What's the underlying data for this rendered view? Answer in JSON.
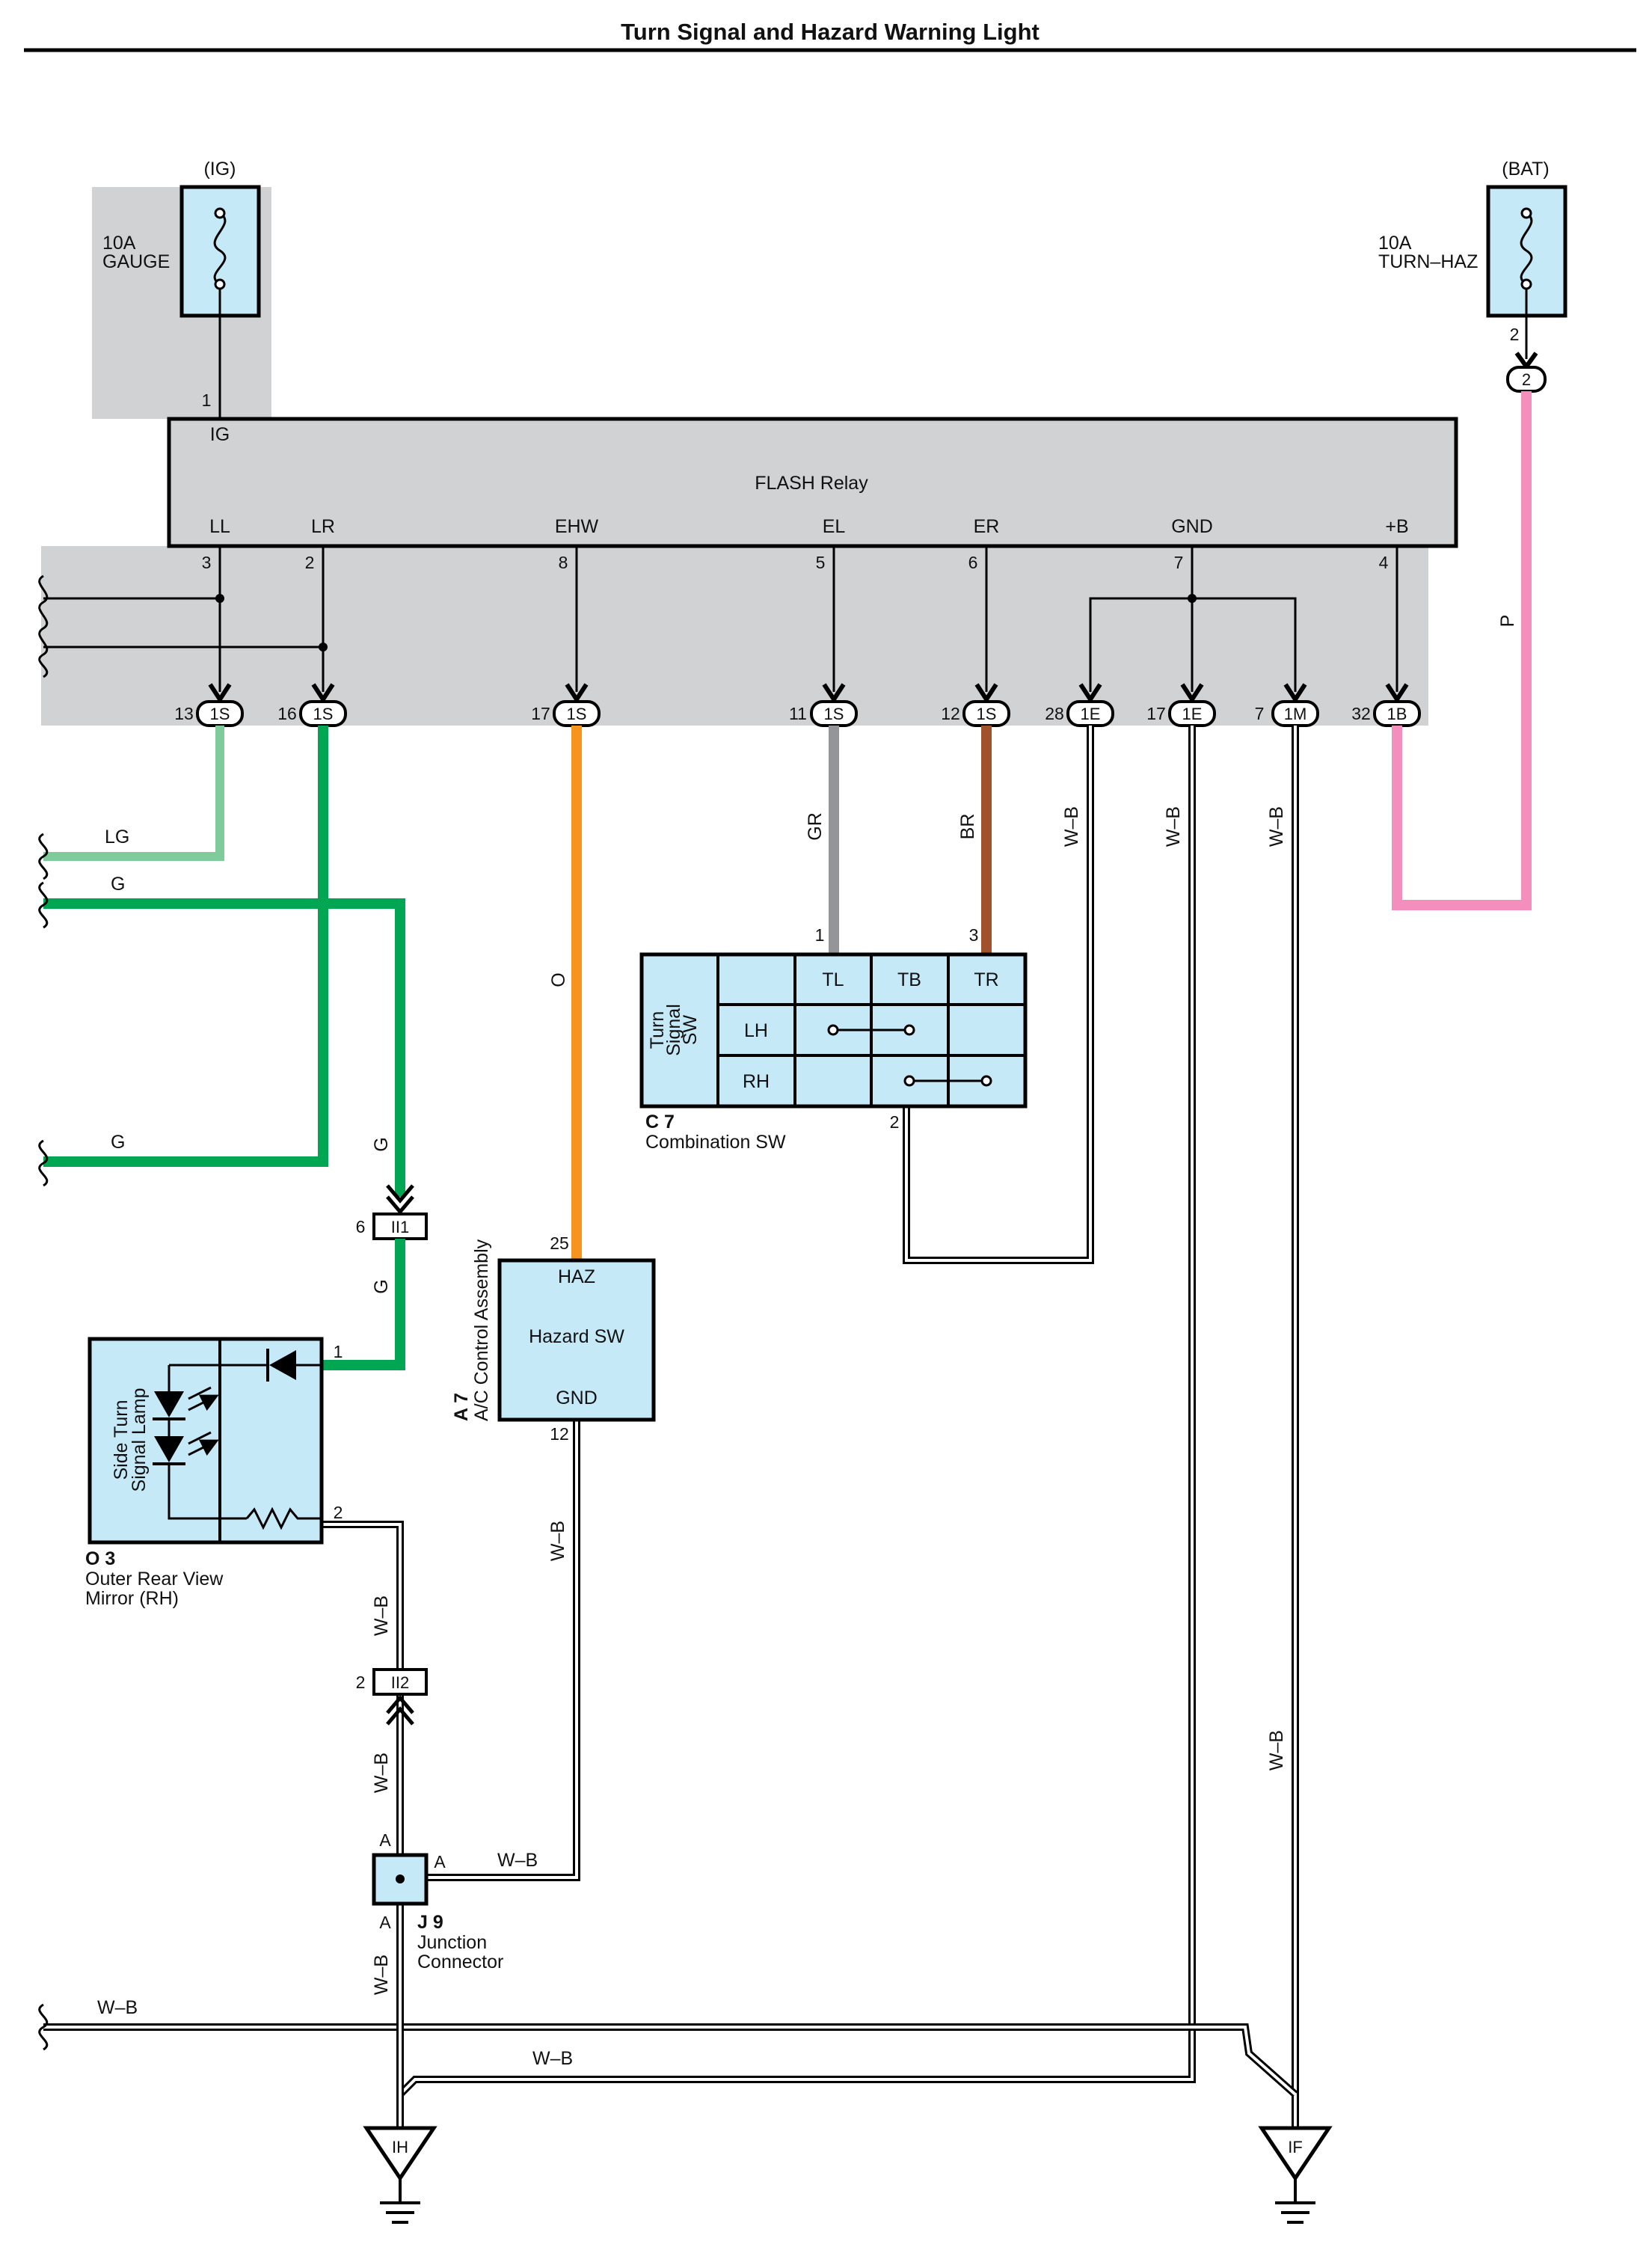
{
  "title": "Turn Signal and Hazard Warning Light",
  "fuses": {
    "ig": {
      "source": "(IG)",
      "rating": "10A",
      "name": "GAUGE"
    },
    "bat": {
      "source": "(BAT)",
      "rating": "10A",
      "name": "TURN–HAZ",
      "pin": "2",
      "connector": "2"
    }
  },
  "flash_relay": {
    "name": "FLASH Relay",
    "ig_pin": "1",
    "ig_label": "IG",
    "terminals": [
      {
        "label": "LL",
        "pin": "3"
      },
      {
        "label": "LR",
        "pin": "2"
      },
      {
        "label": "EHW",
        "pin": "8"
      },
      {
        "label": "EL",
        "pin": "5"
      },
      {
        "label": "ER",
        "pin": "6"
      },
      {
        "label": "GND",
        "pin": "7"
      },
      {
        "label": "+B",
        "pin": "4"
      }
    ]
  },
  "connectors": [
    {
      "pin": "13",
      "id": "1S"
    },
    {
      "pin": "16",
      "id": "1S"
    },
    {
      "pin": "17",
      "id": "1S"
    },
    {
      "pin": "11",
      "id": "1S"
    },
    {
      "pin": "12",
      "id": "1S"
    },
    {
      "pin": "28",
      "id": "1E"
    },
    {
      "pin": "17",
      "id": "1E"
    },
    {
      "pin": "7",
      "id": "1M"
    },
    {
      "pin": "32",
      "id": "1B"
    }
  ],
  "wire_colors": {
    "lg": "LG",
    "g": "G",
    "o": "O",
    "gr": "GR",
    "br": "BR",
    "wb": "W–B",
    "p": "P"
  },
  "combination_sw": {
    "id": "C 7",
    "name": "Combination SW",
    "inner_label_lines": [
      "Turn",
      "Signal",
      "SW"
    ],
    "columns": [
      "TL",
      "TB",
      "TR"
    ],
    "rows": [
      "LH",
      "RH"
    ],
    "pin_tl": "1",
    "pin_tr": "3",
    "pin_gnd": "2"
  },
  "ac_control": {
    "id": "A 7",
    "name": "A/C Control Assembly",
    "haz_label": "HAZ",
    "sw_label": "Hazard SW",
    "gnd_label": "GND",
    "pin_haz": "25",
    "pin_gnd": "12"
  },
  "mirror": {
    "id": "O 3",
    "name_lines": [
      "Outer Rear View",
      "Mirror (RH)"
    ],
    "inner_label_lines": [
      "Side Turn",
      "Signal Lamp"
    ],
    "pin_in": "1",
    "pin_out": "2"
  },
  "inline_connectors": [
    {
      "id": "II1",
      "pin": "6"
    },
    {
      "id": "II2",
      "pin": "2"
    }
  ],
  "junction": {
    "id": "J 9",
    "name_lines": [
      "Junction",
      "Connector"
    ],
    "pin": "A"
  },
  "grounds": [
    "IH",
    "IF"
  ],
  "colors": {
    "lg": "#7fcb9b",
    "g": "#00a651",
    "o": "#f7941d",
    "gr": "#939598",
    "br": "#a0522d",
    "p": "#f48fbd",
    "component_fill": "#c6e9f8",
    "shade": "#d1d2d4"
  }
}
